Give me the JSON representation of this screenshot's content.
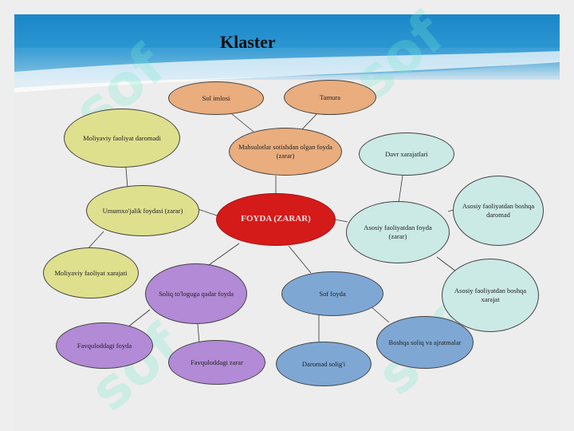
{
  "slide": {
    "title": "Klaster",
    "watermark": "sof"
  },
  "nodes": [
    {
      "id": "n1",
      "label": "Sol imlosi",
      "color": "#e9ad7e"
    },
    {
      "id": "n2",
      "label": "Tamura",
      "color": "#e9ad7e"
    },
    {
      "id": "n3",
      "label": "Moliyaviy faoliyat daromadi",
      "color": "#dfe08e"
    },
    {
      "id": "n4",
      "label": "Mahsulotlar sotishdan olgan foyda (zarar)",
      "color": "#e9ad7e"
    },
    {
      "id": "n5",
      "label": "Davr xarajatlari",
      "color": "#cbe9e5"
    },
    {
      "id": "n6",
      "label": "Umumxo'jalik foydasi (zarar)",
      "color": "#dfe08e"
    },
    {
      "id": "n7",
      "label": "FOYDA (ZARAR)",
      "color": "#d51a1a"
    },
    {
      "id": "n8",
      "label": "Asosiy faoliyatdan foyda (zarar)",
      "color": "#cbe9e5"
    },
    {
      "id": "n9",
      "label": "Asosiy faoliyatdan boshqa daromad",
      "color": "#cbe9e5"
    },
    {
      "id": "n10",
      "label": "Moliyaviy faoliyat xarajati",
      "color": "#dfe08e"
    },
    {
      "id": "n11",
      "label": "Soliq to'loguga qadar foyda",
      "color": "#b28ad6"
    },
    {
      "id": "n12",
      "label": "Sof foyda",
      "color": "#7ea7d4"
    },
    {
      "id": "n13",
      "label": "Asosiy faoliyatdan boshqa xarajat",
      "color": "#cbe9e5"
    },
    {
      "id": "n14",
      "label": "Favquloddagi foyda",
      "color": "#b28ad6"
    },
    {
      "id": "n15",
      "label": "Favquloddagi zarar",
      "color": "#b28ad6"
    },
    {
      "id": "n16",
      "label": "Boshqa soliq va ajratmalar",
      "color": "#7ea7d4"
    },
    {
      "id": "n17",
      "label": "Daromad solig'i",
      "color": "#7ea7d4"
    }
  ],
  "edges": [
    [
      "n1",
      "n4"
    ],
    [
      "n2",
      "n4"
    ],
    [
      "n4",
      "n7"
    ],
    [
      "n5",
      "n8"
    ],
    [
      "n3",
      "n6"
    ],
    [
      "n6",
      "n7"
    ],
    [
      "n6",
      "n10"
    ],
    [
      "n7",
      "n8"
    ],
    [
      "n8",
      "n9"
    ],
    [
      "n8",
      "n13"
    ],
    [
      "n7",
      "n11"
    ],
    [
      "n7",
      "n12"
    ],
    [
      "n11",
      "n14"
    ],
    [
      "n11",
      "n15"
    ],
    [
      "n12",
      "n16"
    ],
    [
      "n12",
      "n17"
    ]
  ]
}
